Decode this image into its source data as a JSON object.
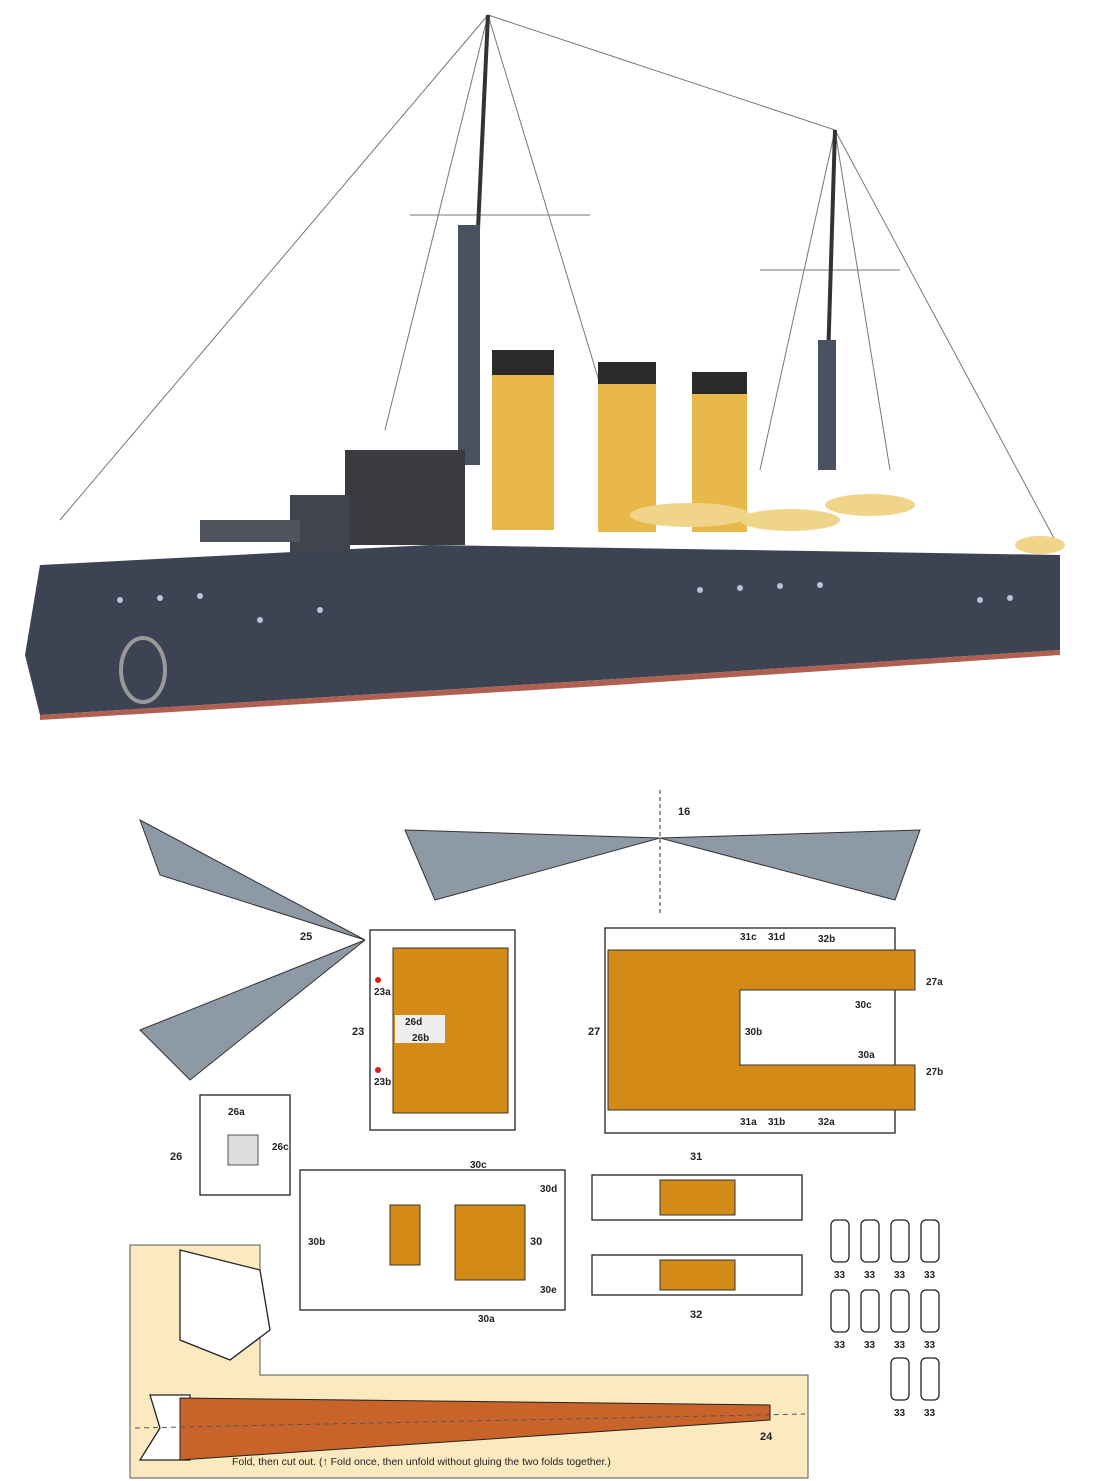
{
  "photo": {
    "subject": "battleship-model",
    "colors": {
      "hull": "#3c4352",
      "funnel": "#e8b84a",
      "funnel_top": "#2a2a2a",
      "boat": "#f0d48a",
      "waterline": "#b06050"
    }
  },
  "template": {
    "part_numbers": {
      "p16": "16",
      "p25": "25",
      "p23": "23",
      "p27": "27",
      "p26": "26",
      "p30": "30",
      "p31": "31",
      "p32": "32",
      "p24": "24"
    },
    "marks": {
      "m23a": "23a",
      "m23b": "23b",
      "m26d": "26d",
      "m26b": "26b",
      "m26a": "26a",
      "m26c": "26c",
      "m27a": "27a",
      "m27b": "27b",
      "m30a": "30a",
      "m30b": "30b",
      "m30c": "30c",
      "m30d": "30d",
      "m30e": "30e",
      "m31c": "31c",
      "m31d": "31d",
      "m32b": "32b",
      "m31a": "31a",
      "m31b": "31b",
      "m32a": "32a"
    },
    "boats": [
      "33",
      "33",
      "33",
      "33",
      "33",
      "33",
      "33",
      "33",
      "33",
      "33"
    ],
    "caption": "Fold, then cut out. (↑ Fold once, then unfold without gluing the two folds together.)",
    "colors": {
      "deck": "#d48a16",
      "grid": "#8d9aa6",
      "mast": "#c8632a",
      "panel": "#fbe9c0",
      "dot_red": "#e01b1b",
      "dot_cyan": "#2aa5b8",
      "dot_green": "#2ca04a"
    }
  }
}
